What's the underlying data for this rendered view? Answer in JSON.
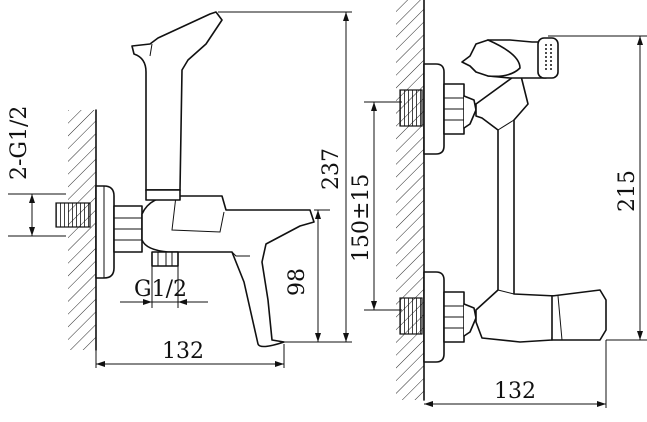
{
  "dimensions": {
    "left_view": {
      "thread_inlet": "2-G1/2",
      "thread_outlet": "G1/2",
      "total_height": "237",
      "spout_height": "98",
      "projection": "132"
    },
    "right_view": {
      "center_distance": "150±15",
      "total_height": "215",
      "projection": "132"
    }
  }
}
